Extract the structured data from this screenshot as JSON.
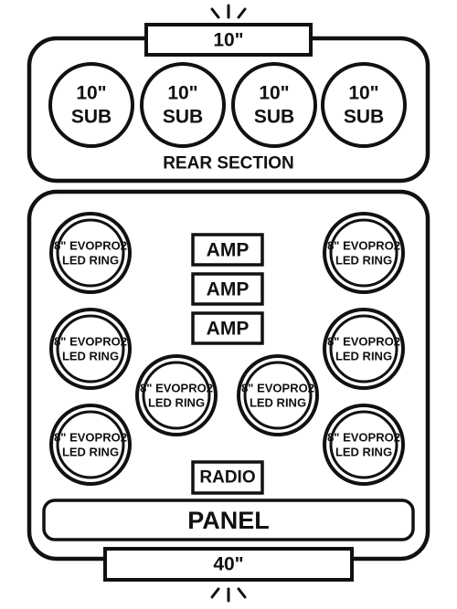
{
  "top_speaker": {
    "label": "10\""
  },
  "rear_section": {
    "label": "REAR SECTION",
    "subs": [
      {
        "line1": "10\"",
        "line2": "SUB"
      },
      {
        "line1": "10\"",
        "line2": "SUB"
      },
      {
        "line1": "10\"",
        "line2": "SUB"
      },
      {
        "line1": "10\"",
        "line2": "SUB"
      }
    ]
  },
  "front_section": {
    "speakers": [
      {
        "line1": "8\" EVOPRO2",
        "line2": "LED RING"
      },
      {
        "line1": "8\" EVOPRO2",
        "line2": "LED RING"
      },
      {
        "line1": "8\" EVOPRO2",
        "line2": "LED RING"
      },
      {
        "line1": "8\" EVOPRO2",
        "line2": "LED RING"
      },
      {
        "line1": "8\" EVOPRO2",
        "line2": "LED RING"
      },
      {
        "line1": "8\" EVOPRO2",
        "line2": "LED RING"
      },
      {
        "line1": "8\" EVOPRO2",
        "line2": "LED RING"
      },
      {
        "line1": "8\" EVOPRO2",
        "line2": "LED RING"
      }
    ],
    "amps": [
      "AMP",
      "AMP",
      "AMP"
    ],
    "radio": "RADIO",
    "panel": "PANEL"
  },
  "bottom_bar": {
    "label": "40\""
  }
}
